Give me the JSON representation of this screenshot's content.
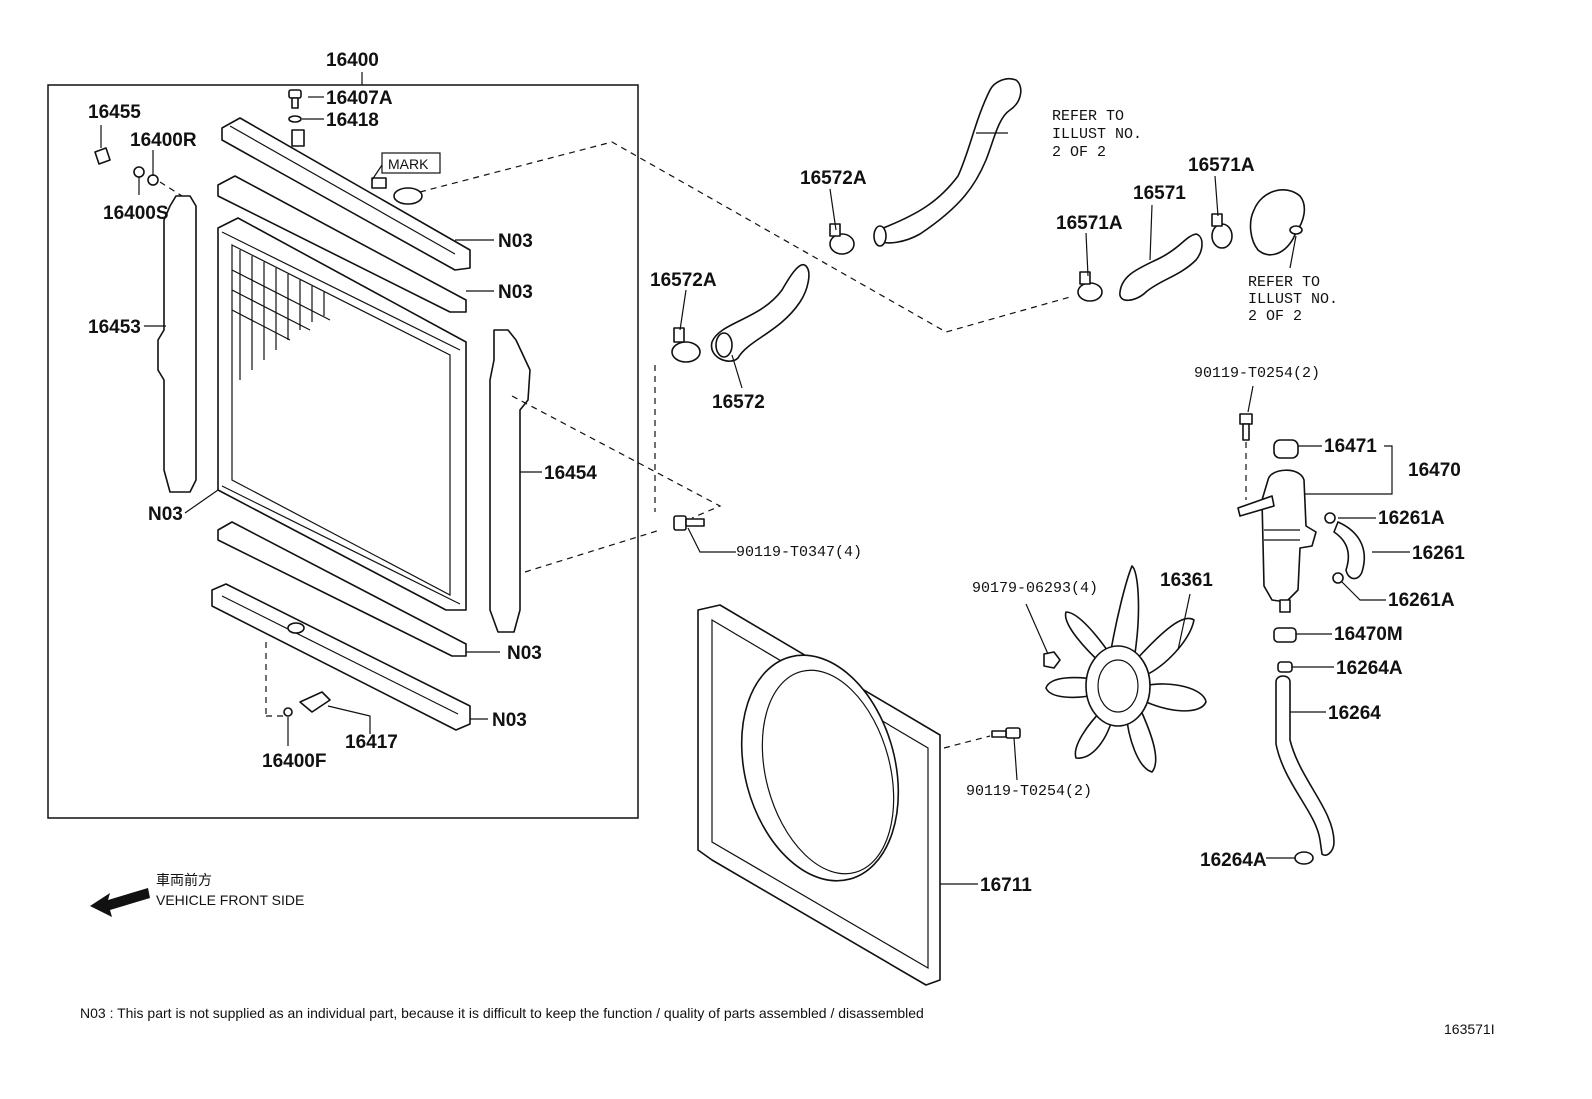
{
  "labels": {
    "p16400": "16400",
    "p16407A": "16407A",
    "p16418": "16418",
    "p16455": "16455",
    "p16400R": "16400R",
    "p16400S": "16400S",
    "p16453": "16453",
    "p16454": "16454",
    "p16417": "16417",
    "p16400F": "16400F",
    "n03_a": "N03",
    "n03_b": "N03",
    "n03_c": "N03",
    "n03_d": "N03",
    "n03_e": "N03",
    "mark": "MARK",
    "p16572A_top": "16572A",
    "p16572A_mid": "16572A",
    "p16572": "16572",
    "p16571": "16571",
    "p16571A_left": "16571A",
    "p16571A_right": "16571A",
    "bolt_t0347": "90119-T0347(4)",
    "bolt_t0254_top": "90119-T0254(2)",
    "bolt_t0254_fan": "90119-T0254(2)",
    "nut_06293": "90179-06293(4)",
    "p16361": "16361",
    "p16711": "16711",
    "p16471": "16471",
    "p16470": "16470",
    "p16261A_top": "16261A",
    "p16261": "16261",
    "p16261A_bot": "16261A",
    "p16470M": "16470M",
    "p16264A_top": "16264A",
    "p16264": "16264",
    "p16264A_bot": "16264A"
  },
  "refer_upper": [
    "REFER TO",
    "ILLUST NO.",
    "2 OF 2"
  ],
  "refer_right": [
    "REFER TO",
    "ILLUST NO.",
    "2 OF 2"
  ],
  "front": {
    "jp": "車両前方",
    "en": "VEHICLE FRONT SIDE"
  },
  "footnote": "N03 : This part is not supplied as an individual part, because it is difficult to keep the function / quality of parts assembled / disassembled",
  "illust_code": "163571I"
}
